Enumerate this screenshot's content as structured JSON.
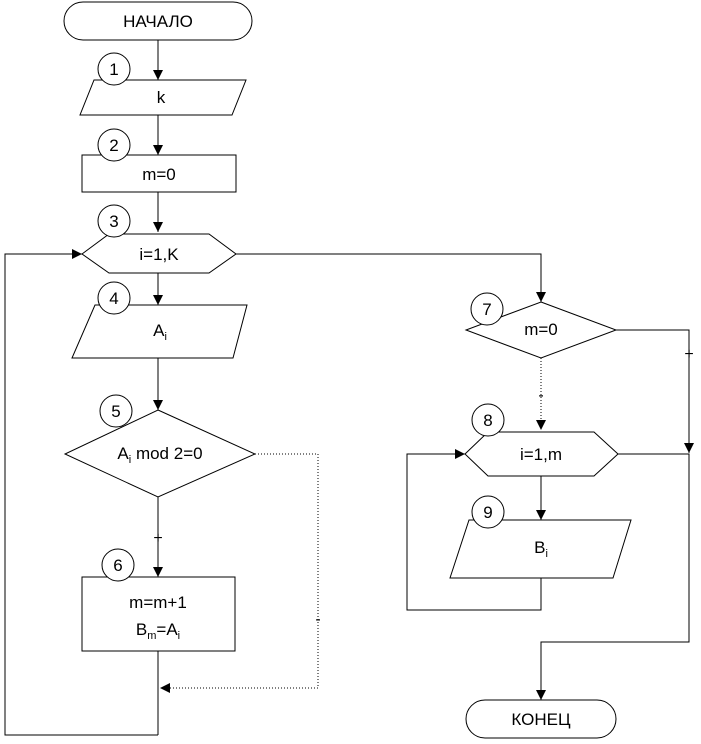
{
  "blocks": {
    "start": {
      "label": "НАЧАЛО"
    },
    "b1": {
      "number": "1",
      "label": "k"
    },
    "b2": {
      "number": "2",
      "label": "m=0"
    },
    "b3": {
      "number": "3",
      "label": "i=1,K"
    },
    "b4": {
      "number": "4",
      "base": "A",
      "sub": "i"
    },
    "b5": {
      "number": "5",
      "base": "A",
      "sub": "i",
      "rest": " mod 2=0"
    },
    "b6": {
      "number": "6",
      "line1": "m=m+1",
      "base1": "B",
      "sub1": "m",
      "mid": "=A",
      "sub2": "i"
    },
    "b7": {
      "number": "7",
      "label": "m=0"
    },
    "b8": {
      "number": "8",
      "label": "i=1,m"
    },
    "b9": {
      "number": "9",
      "base": "B",
      "sub": "i"
    },
    "end": {
      "label": "КОНЕЦ"
    }
  },
  "branches": {
    "b5_yes": "+",
    "b5_no": "-",
    "b7_yes": "+",
    "b7_no": "-"
  },
  "colors": {
    "stroke": "#000000",
    "fill": "#ffffff"
  }
}
